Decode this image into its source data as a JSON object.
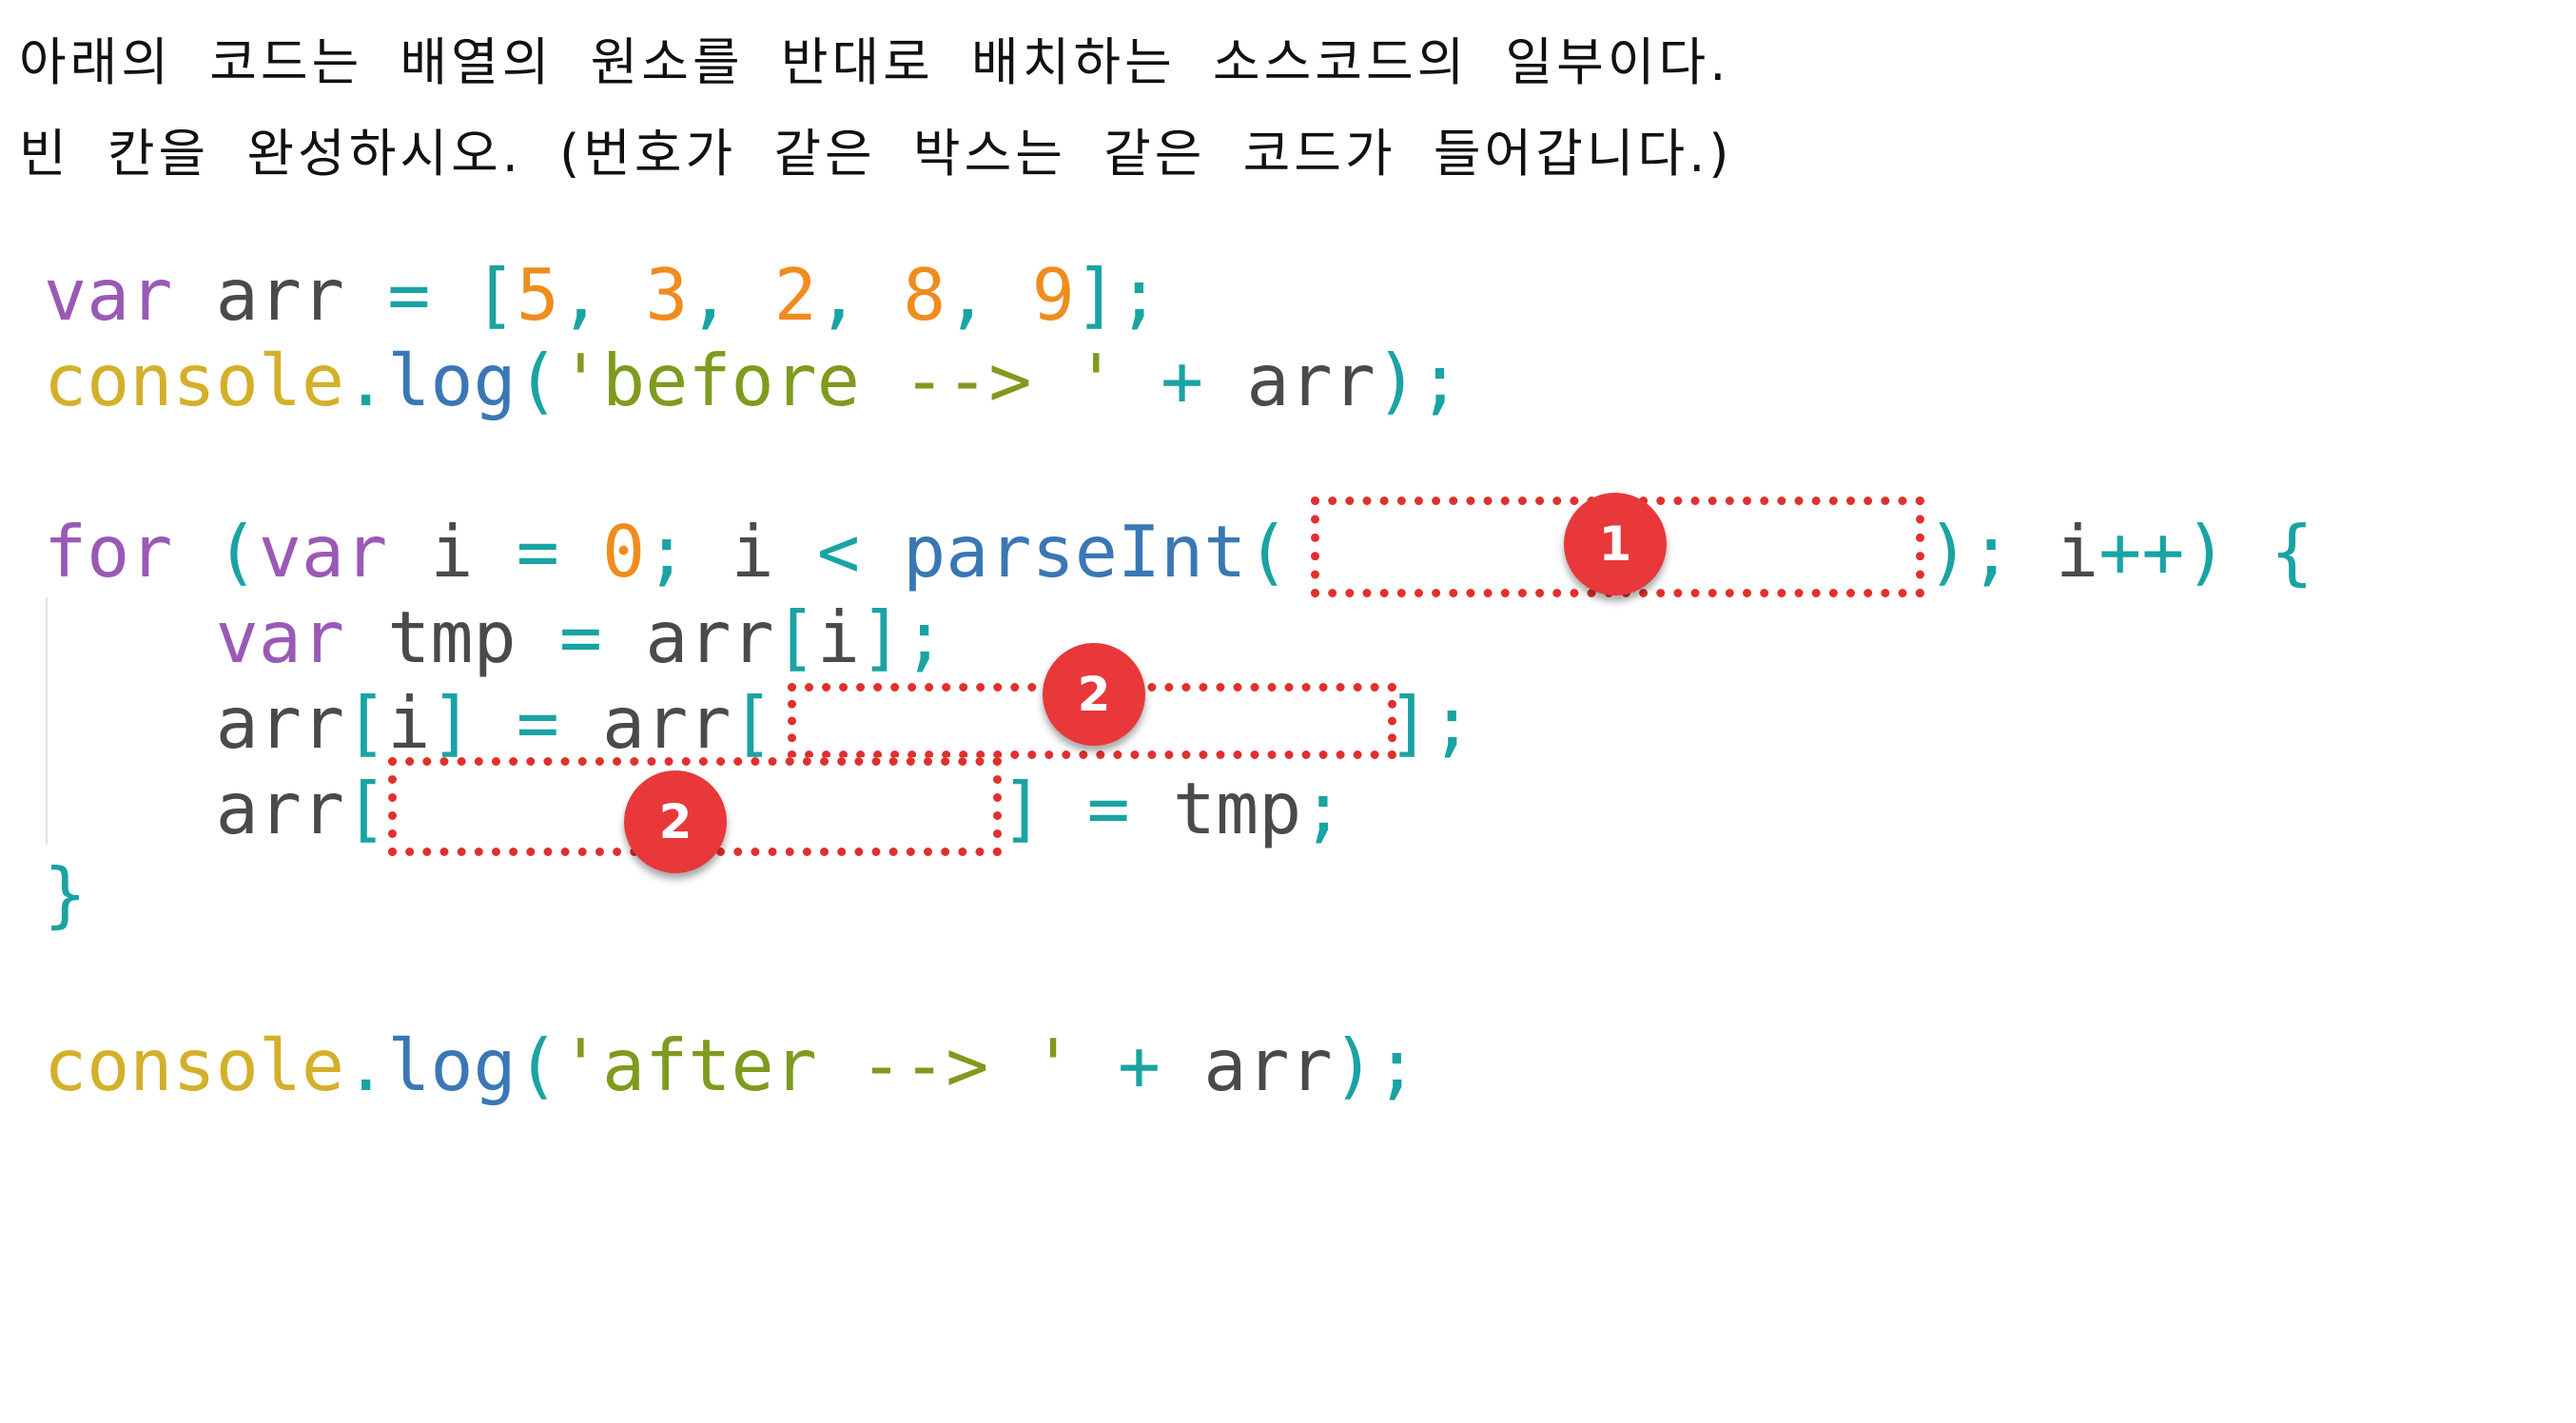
{
  "question": {
    "line1": "아래의 코드는 배열의 원소를 반대로 배치하는 소스코드의 일부이다.",
    "line2": "빈 칸을 완성하시오. (번호가 같은 박스는 같은 코드가 들어갑니다.)"
  },
  "code": {
    "line1": {
      "kw": "var",
      "name": "arr",
      "eq": "=",
      "open": "[",
      "nums": [
        "5",
        "3",
        "2",
        "8",
        "9"
      ],
      "close": "];"
    },
    "line2": {
      "obj": "console",
      "dot": ".",
      "fn": "log",
      "open": "(",
      "str": "'before --> '",
      "plus": "+",
      "name": "arr",
      "close": ");"
    },
    "line3": {
      "kw_for": "for",
      "open": "(",
      "kw_var": "var",
      "i": "i",
      "eq": "=",
      "zero": "0",
      "semi1": ";",
      "i2": "i",
      "lt": "<",
      "fn": "parseInt",
      "paren": "(",
      "close_paren": ")",
      "semi2": ";",
      "incr_var": "i",
      "incr_op": "++",
      "close": ")",
      "brace": "{"
    },
    "line4": {
      "kw": "var",
      "name": "tmp",
      "eq": "=",
      "arr": "arr",
      "open": "[",
      "idx": "i",
      "close": "];"
    },
    "line5": {
      "arr": "arr",
      "open": "[",
      "idx": "i",
      "close": "]",
      "eq": "=",
      "arr2": "arr",
      "open2": "[",
      "end": "];"
    },
    "line6": {
      "arr": "arr",
      "open": "[",
      "close": "]",
      "eq": "=",
      "tmp": "tmp",
      "semi": ";"
    },
    "line7": {
      "brace": "}"
    },
    "line8": {
      "obj": "console",
      "dot": ".",
      "fn": "log",
      "open": "(",
      "str": "'after --> '",
      "plus": "+",
      "name": "arr",
      "close": ");"
    }
  },
  "blanks": [
    {
      "label": "1"
    },
    {
      "label": "2"
    },
    {
      "label": "2"
    }
  ],
  "colors": {
    "keyword": "#9b59b6",
    "identifier": "#4a4a4a",
    "operator": "#1aa3a3",
    "number": "#f08c1e",
    "string": "#7f9a1e",
    "console": "#d4b02a",
    "function": "#3a77b5",
    "blank_border": "#e0302e",
    "badge": "#e8383a"
  }
}
